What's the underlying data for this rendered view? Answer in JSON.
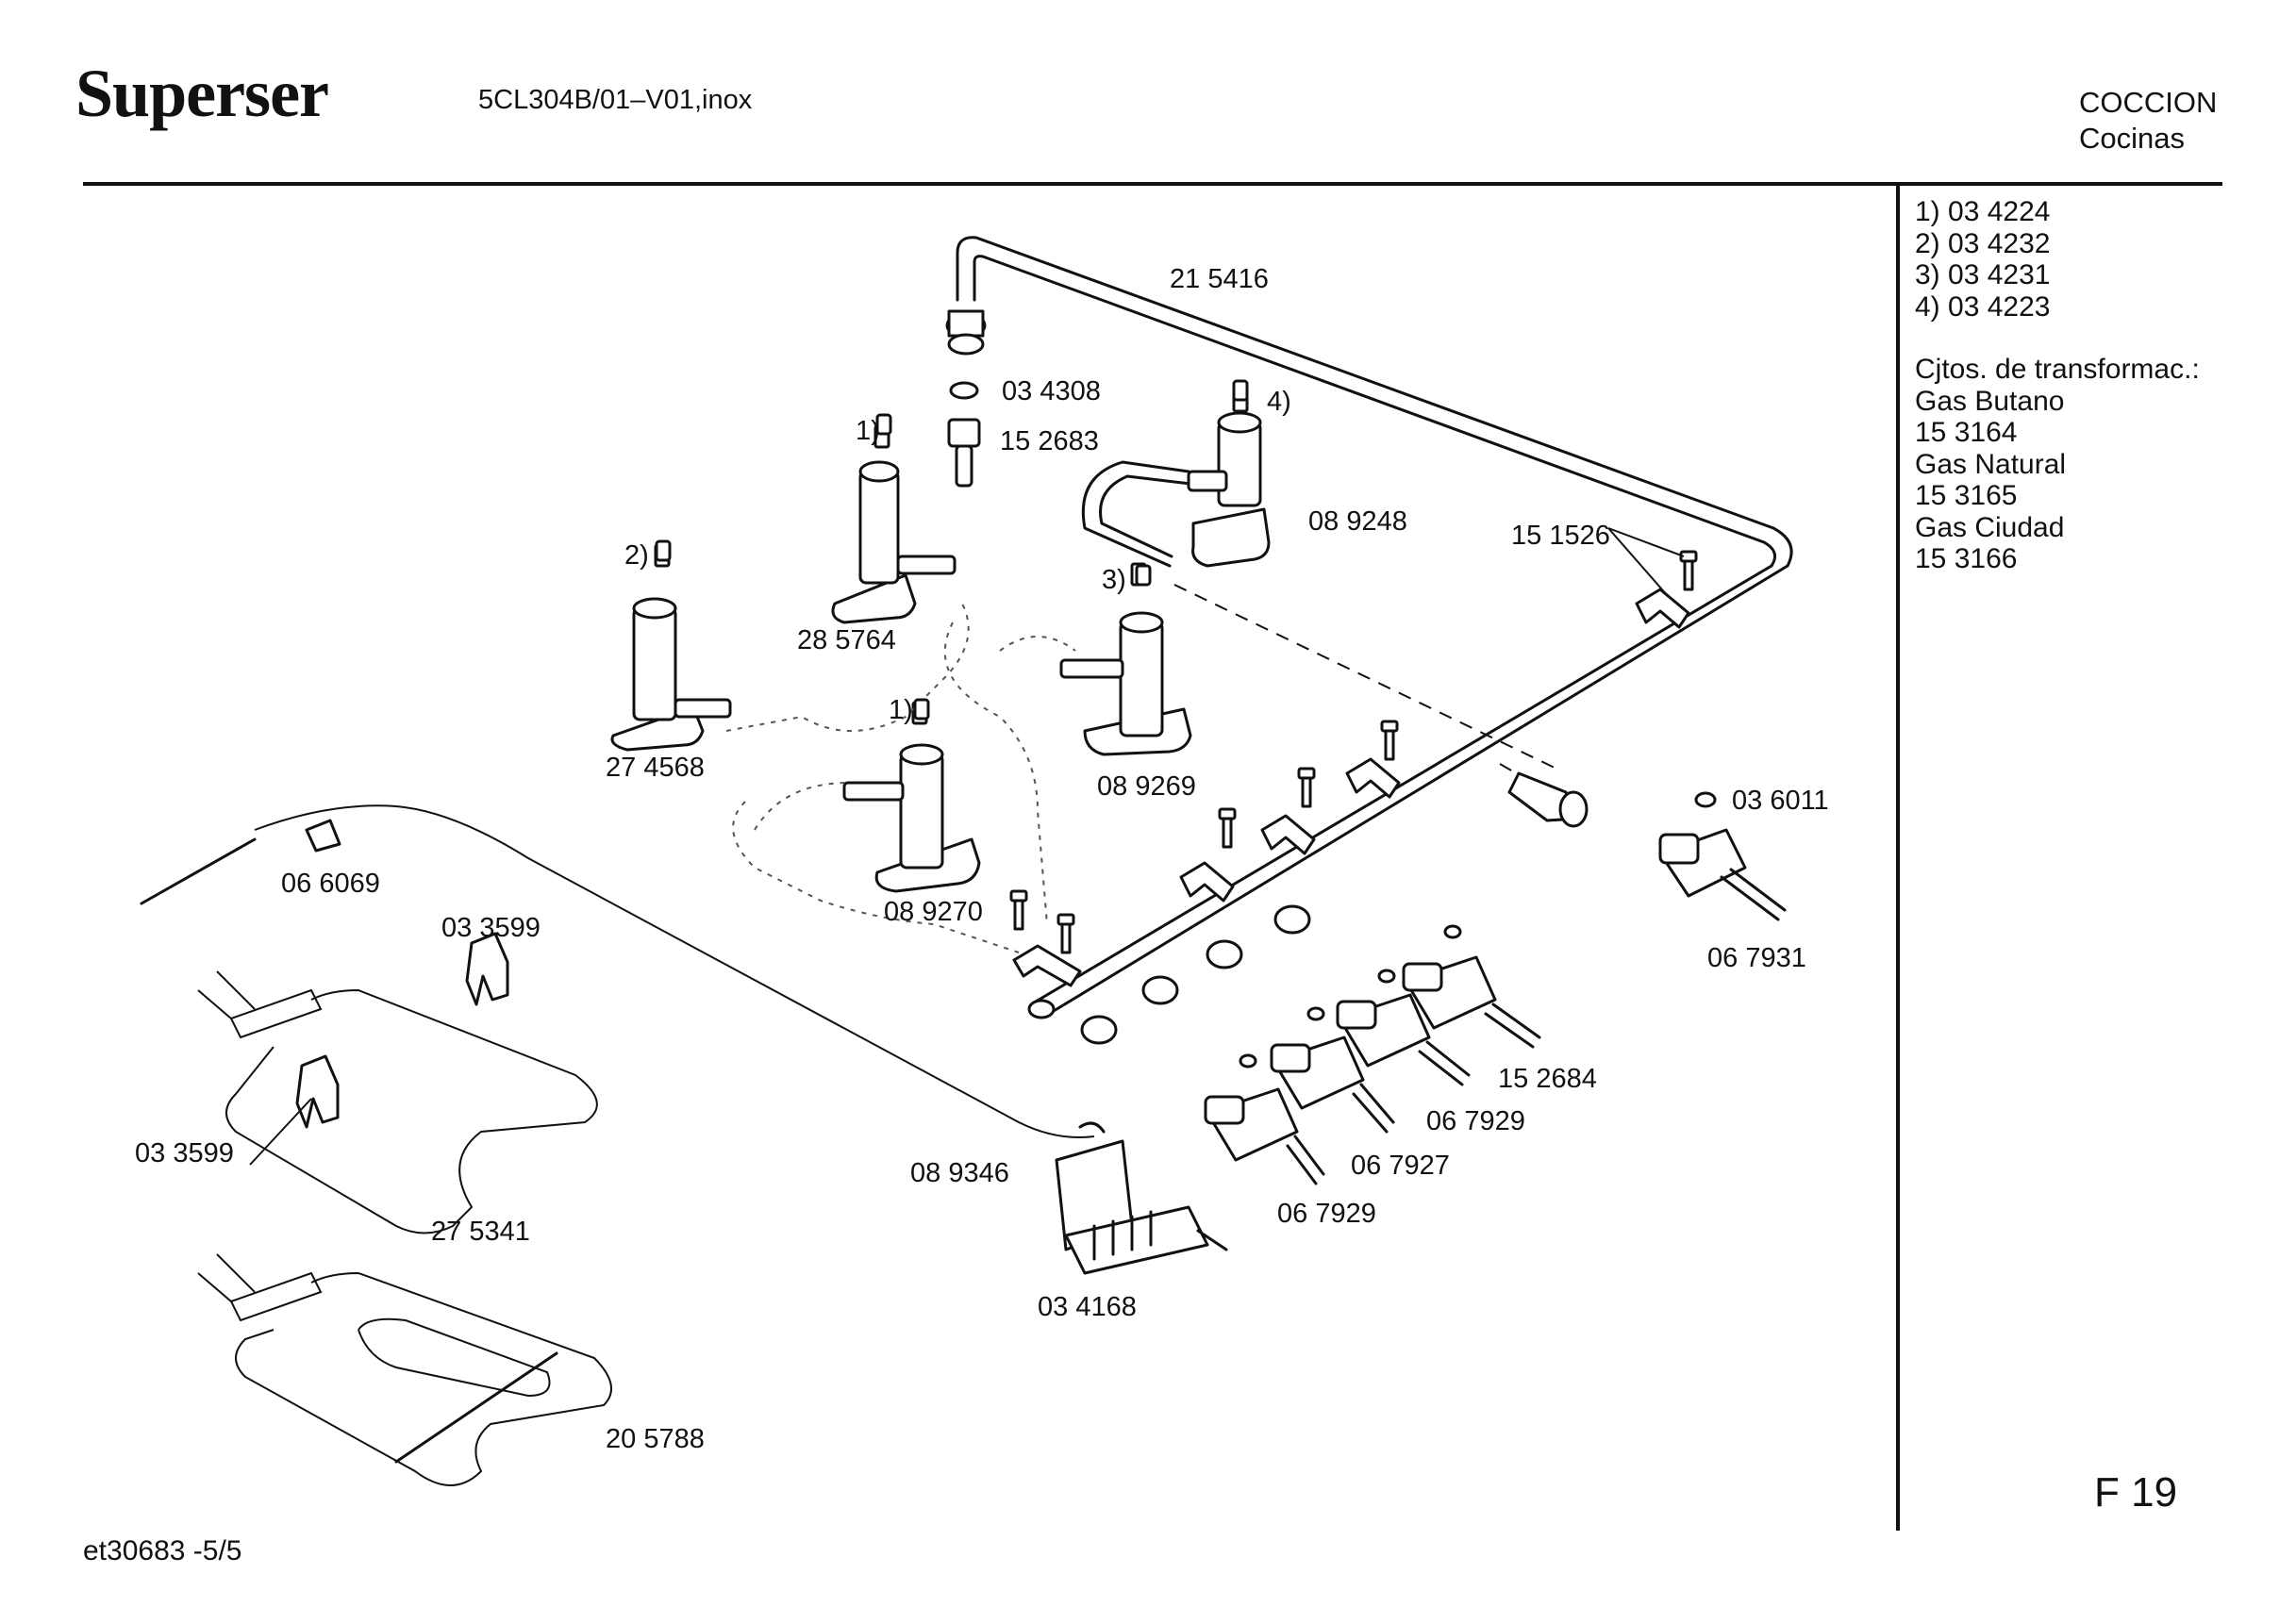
{
  "header": {
    "brand": "Superser",
    "model": "5CL304B/01–V01,inox",
    "category": "COCCION",
    "subcategory": "Cocinas"
  },
  "sidebar": {
    "injectors": [
      "1) 03 4224",
      "2) 03 4232",
      "3) 03 4231",
      "4) 03 4223"
    ],
    "conversion_title": "Cjtos. de transformac.:",
    "conversion_kits": [
      {
        "gas": "Gas Butano",
        "code": "15 3164"
      },
      {
        "gas": "Gas Natural",
        "code": "15 3165"
      },
      {
        "gas": "Gas Ciudad",
        "code": "15 3166"
      }
    ]
  },
  "figure": "F 19",
  "footer": {
    "doc_id": "et30683  -5/5"
  },
  "parts": {
    "p215416": "21 5416",
    "p034308": "03 4308",
    "p152683": "15 2683",
    "note1a": "1)",
    "note1b": "1)",
    "note2": "2)",
    "note3": "3)",
    "note4": "4)",
    "p089248": "08 9248",
    "p151526": "15 1526",
    "p285764": "28 5764",
    "p274568": "27 4568",
    "p089269": "08 9269",
    "p089270": "08 9270",
    "p036011": "03 6011",
    "p066069": "06 6069",
    "p033599a": "03 3599",
    "p033599b": "03 3599",
    "p067931": "06 7931",
    "p152684": "15 2684",
    "p067929a": "06 7929",
    "p067927": "06 7927",
    "p067929b": "06 7929",
    "p089346": "08 9346",
    "p275341": "27 5341",
    "p034168": "03 4168",
    "p205788": "20 5788"
  }
}
